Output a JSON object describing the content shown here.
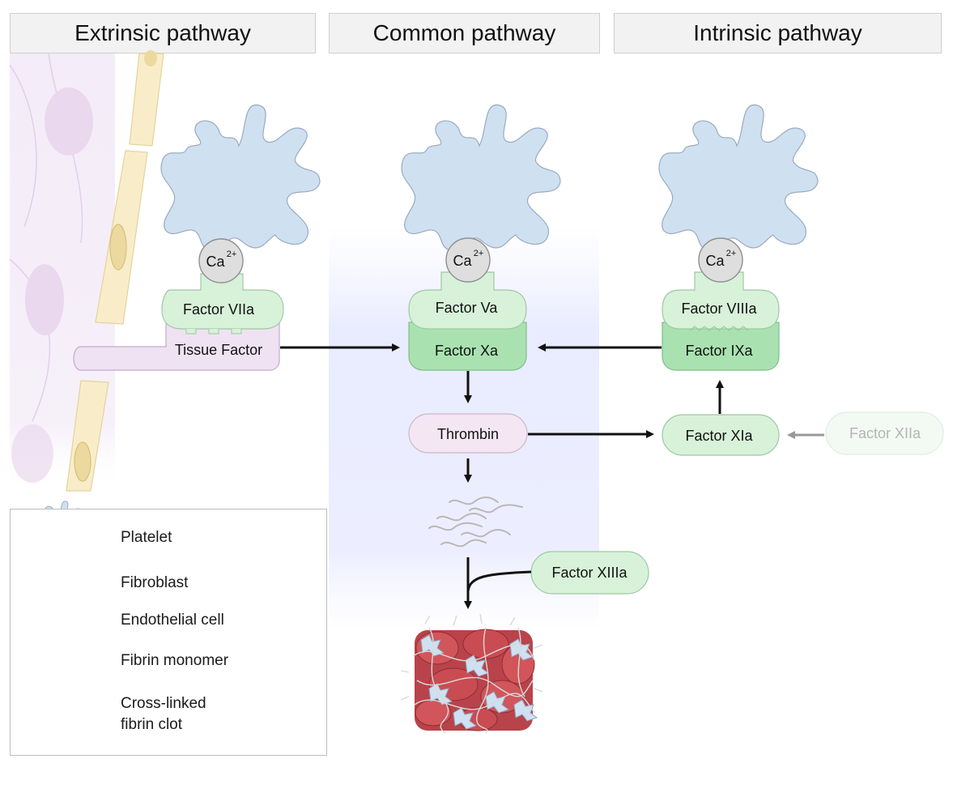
{
  "headers": {
    "extrinsic": "Extrinsic pathway",
    "common": "Common pathway",
    "intrinsic": "Intrinsic pathway"
  },
  "ion": {
    "base": "Ca",
    "charge": "2+"
  },
  "factors": {
    "factor_viia": "Factor VIIa",
    "tissue_factor": "Tissue Factor",
    "factor_va": "Factor Va",
    "factor_xa": "Factor Xa",
    "factor_viiia": "Factor VIIIa",
    "factor_ixa": "Factor IXa",
    "thrombin": "Thrombin",
    "factor_xia": "Factor XIa",
    "factor_xiia": "Factor XIIa",
    "factor_xiiia": "Factor XIIIa"
  },
  "legend": {
    "platelet": "Platelet",
    "fibroblast": "Fibroblast",
    "endothelial": "Endothelial cell",
    "fibrin_monomer": "Fibrin monomer",
    "clot_line1": "Cross-linked",
    "clot_line2": "fibrin clot"
  },
  "colors": {
    "platelet_fill": "#cfe0f0",
    "factor_light": "#d7f2d9",
    "factor_dark": "#a9e2b0",
    "thrombin_fill": "#f4e6f2",
    "tissue_fill": "#efe2f3",
    "endothelial_fill": "#f9edc9",
    "arrow": "#111111",
    "arrow_faded": "#999999"
  }
}
